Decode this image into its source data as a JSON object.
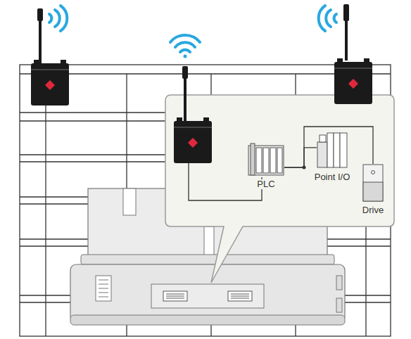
{
  "diagram": {
    "nodes": [
      {
        "text": [
          "PLC"
        ]
      },
      {
        "text": [
          "Point I/O"
        ]
      },
      {
        "text": [
          "Drive"
        ]
      }
    ],
    "edges": [
      {
        "from": 0,
        "to": 1,
        "arrow": "none"
      },
      {
        "from": 0,
        "to": 2,
        "arrow": "none"
      }
    ]
  }
}
